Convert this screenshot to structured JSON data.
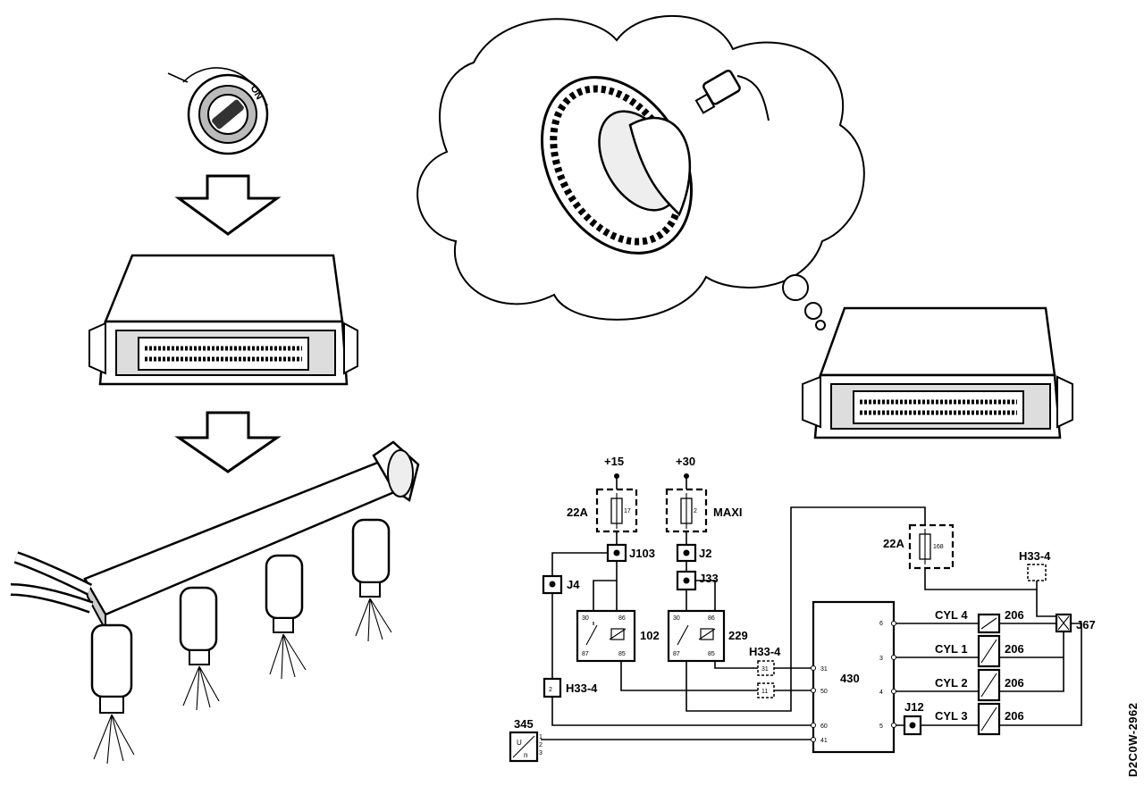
{
  "diagram": {
    "key_switch_label": "ON",
    "drawing_code": "D2C0W-2962",
    "supplies": {
      "ignition": "+15",
      "battery": "+30"
    },
    "fuses": [
      {
        "id": "22A",
        "pin": "17"
      },
      {
        "id": "MAXI",
        "pin": "2"
      },
      {
        "id": "22A",
        "pin": "168"
      }
    ],
    "junctions": [
      "J103",
      "J2",
      "J33",
      "J4",
      "J12",
      "J67"
    ],
    "relays": [
      {
        "id": "102",
        "pins": [
          "30",
          "86",
          "87",
          "85"
        ]
      },
      {
        "id": "229",
        "pins": [
          "30",
          "86",
          "87",
          "85"
        ]
      }
    ],
    "connectors": [
      "H33-4",
      "H33-4",
      "H33-4"
    ],
    "connector_pins": [
      "31",
      "11",
      "2"
    ],
    "ecu": {
      "id": "430",
      "pins": [
        "31",
        "50",
        "60",
        "41",
        "6",
        "3",
        "4",
        "5"
      ]
    },
    "sensor": {
      "id": "345",
      "pins": [
        "1",
        "2",
        "3"
      ]
    },
    "injectors": [
      {
        "cyl": "CYL 4",
        "ref": "206"
      },
      {
        "cyl": "CYL 1",
        "ref": "206"
      },
      {
        "cyl": "CYL 2",
        "ref": "206"
      },
      {
        "cyl": "CYL 3",
        "ref": "206"
      }
    ]
  }
}
